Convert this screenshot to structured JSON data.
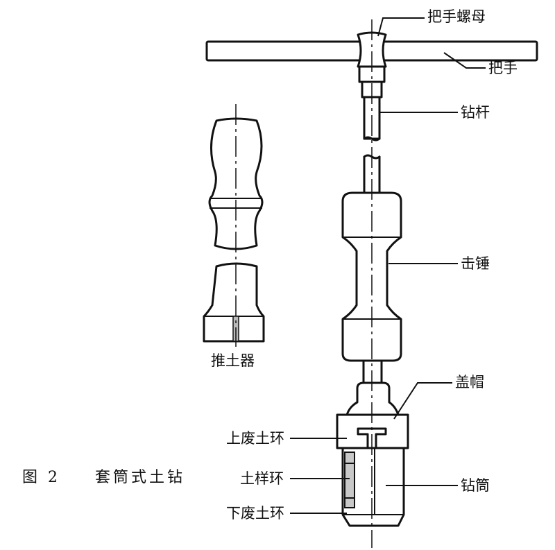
{
  "labels": {
    "handle_nut": "把手螺母",
    "handle": "把手",
    "drill_rod": "钻杆",
    "hammer": "击锤",
    "cap": "盖帽",
    "upper_waste_ring": "上废土环",
    "sample_ring": "土样环",
    "lower_waste_ring": "下废土环",
    "drill_barrel": "钻筒",
    "soil_pusher": "推土器"
  },
  "caption": {
    "figure_number": "图 2",
    "title": "套筒式土钻"
  }
}
